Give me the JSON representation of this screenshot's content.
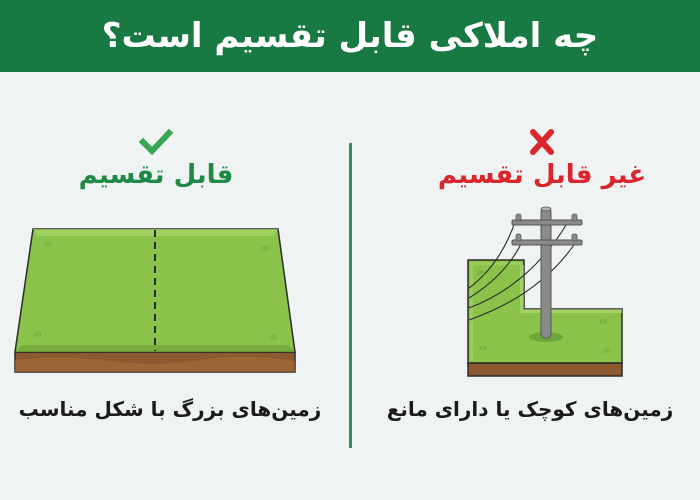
{
  "header": {
    "title": "چه املاکی قابل تقسیم است؟",
    "background": "#187a42"
  },
  "columns": [
    {
      "side": "left",
      "status": "divisible",
      "icon": "check-icon",
      "icon_color": "#3aa655",
      "title": "قابل تقسیم",
      "title_color": "#1f8a45",
      "illustration": "large-rectangular-land-plot-with-dashed-split-line",
      "caption": "زمین‌های بزرگ با شکل مناسب"
    },
    {
      "side": "right",
      "status": "not-divisible",
      "icon": "x-icon",
      "icon_color": "#d8262c",
      "title": "غیر قابل تقسیم",
      "title_color": "#d8262c",
      "illustration": "small-l-shaped-land-plot-with-utility-pole",
      "caption": "زمین‌های کوچک یا دارای مانع"
    }
  ],
  "colors": {
    "page_background": "#f0f3f3",
    "divider": "#3d8a5e",
    "grass": "#8bc34a",
    "grass_dark": "#6fa63a",
    "soil": "#8d5a2f",
    "soil_light": "#a66d3c",
    "outline": "#2b2b2b",
    "pole": "#8a8a8a"
  }
}
